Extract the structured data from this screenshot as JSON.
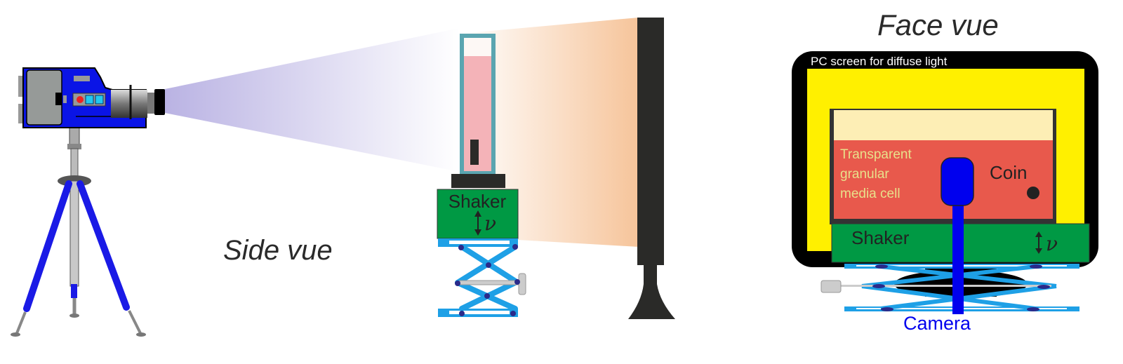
{
  "side_view": {
    "title": "Side vue",
    "shaker_label": "Shaker",
    "frequency_symbol": "ν"
  },
  "face_view": {
    "title": "Face vue",
    "screen_label": "PC screen for diffuse light",
    "cell_label_lines": [
      "Transparent",
      "granular",
      "media cell"
    ],
    "coin_label": "Coin",
    "shaker_label": "Shaker",
    "frequency_symbol": "ν",
    "camera_label": "Camera"
  },
  "colors": {
    "camera_blue": "#0a14e6",
    "tripod_blue": "#1a1ae6",
    "shaker_green": "#009944",
    "lift_blue": "#1ea0e6",
    "cell_border": "#5aa5b0",
    "cell_fill": "#f4b3b8",
    "screen_yellow": "#fff000",
    "media_red": "#e8594c",
    "media_top": "#fdeeb5",
    "label_yellow": "#e8e08a"
  }
}
